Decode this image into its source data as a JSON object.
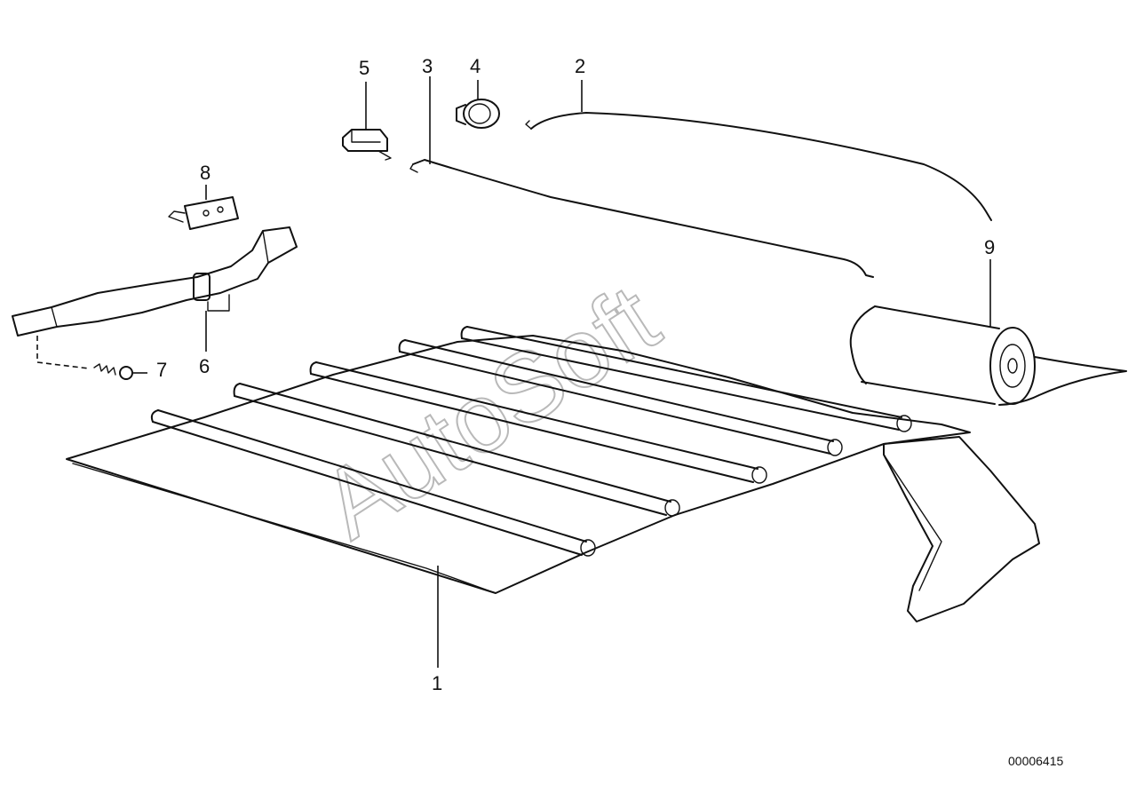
{
  "diagram": {
    "callouts": {
      "c1": "1",
      "c2": "2",
      "c3": "3",
      "c4": "4",
      "c5": "5",
      "c6": "6",
      "c7": "7",
      "c8": "8",
      "c9": "9"
    },
    "document_number": "00006415",
    "watermark": "AutoSoft"
  }
}
